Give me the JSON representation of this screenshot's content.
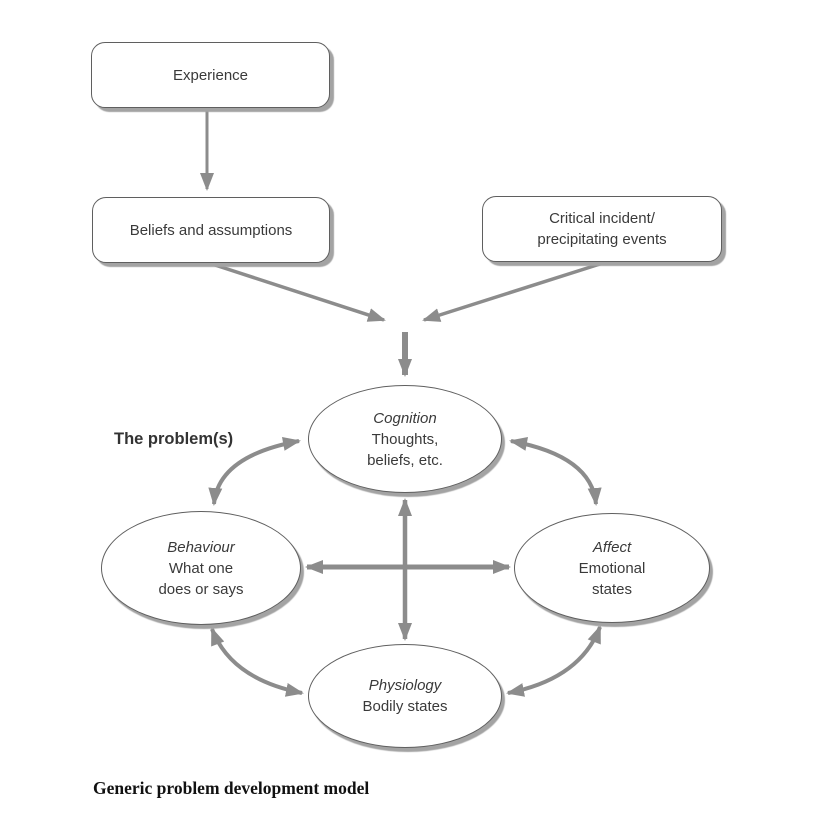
{
  "colors": {
    "arrow": "#8c8c8c",
    "node_border": "#5f5f5f",
    "node_shadow": "#a3a3a3",
    "text": "#3a3a3a"
  },
  "nodes": {
    "experience": {
      "label": "Experience"
    },
    "beliefs": {
      "label": "Beliefs and assumptions"
    },
    "critical_incident": {
      "line1": "Critical incident/",
      "line2": "precipitating events"
    },
    "cognition": {
      "title": "Cognition",
      "line1": "Thoughts,",
      "line2": "beliefs, etc."
    },
    "behaviour": {
      "title": "Behaviour",
      "line1": "What one",
      "line2": "does or says"
    },
    "affect": {
      "title": "Affect",
      "line1": "Emotional",
      "line2": "states"
    },
    "physiology": {
      "title": "Physiology",
      "line1": "Bodily states"
    }
  },
  "labels": {
    "problem": "The problem(s)",
    "caption": "Generic problem development model"
  }
}
